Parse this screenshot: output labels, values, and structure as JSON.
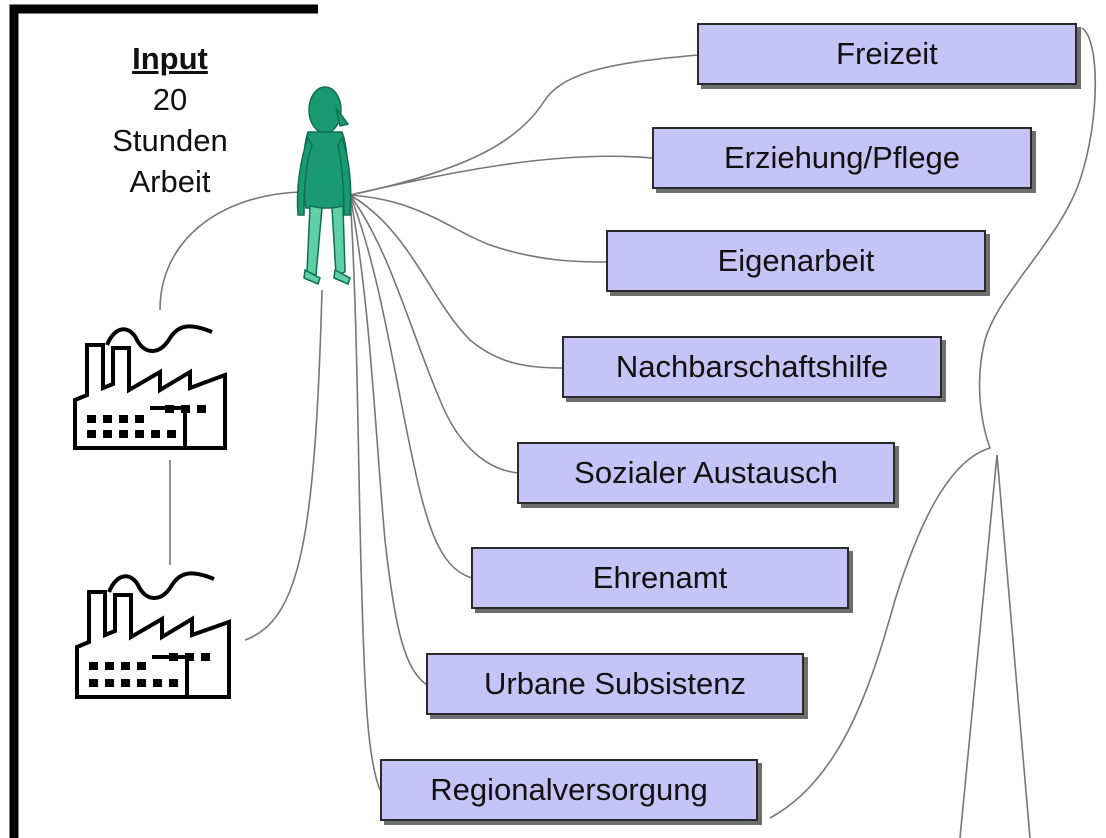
{
  "input": {
    "title": "Input",
    "lines": [
      "20",
      "Stunden",
      "Arbeit"
    ]
  },
  "activities": [
    {
      "label": "Freizeit"
    },
    {
      "label": "Erziehung/Pflege"
    },
    {
      "label": "Eigenarbeit"
    },
    {
      "label": "Nachbarschaftshilfe"
    },
    {
      "label": "Sozialer Austausch"
    },
    {
      "label": "Ehrenamt"
    },
    {
      "label": "Urbane Subsistenz"
    },
    {
      "label": "Regionalversorgung"
    }
  ],
  "colors": {
    "box_fill": "#c6c3f6",
    "box_border": "#2a2a2a",
    "person": "#1a9a73",
    "lines": "#777777"
  },
  "icons": {
    "person": "person-icon",
    "factory": "factory-icon"
  }
}
